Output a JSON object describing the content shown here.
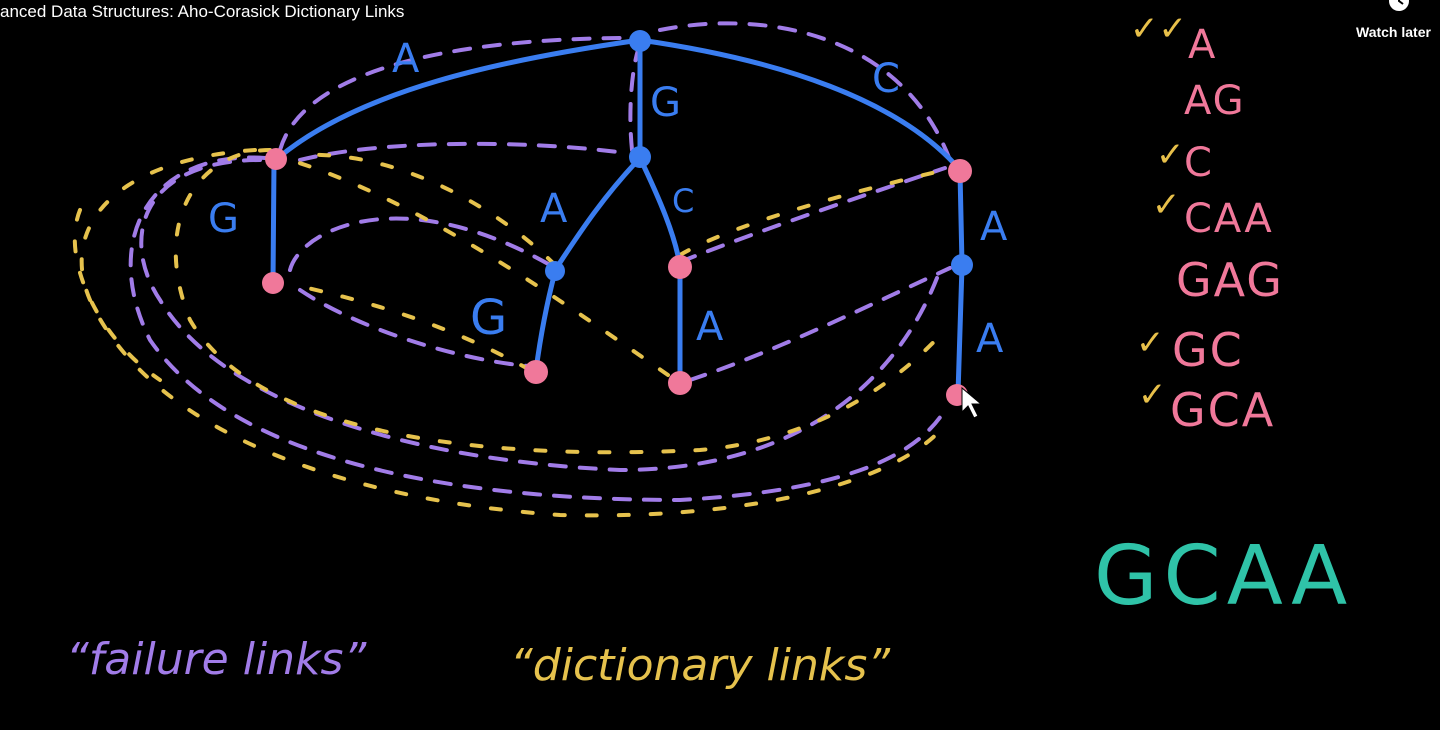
{
  "video": {
    "title": "anced Data Structures: Aho-Corasick Dictionary Links",
    "watch_later_label": "Watch later",
    "watch_later_icon": "clock-icon"
  },
  "colors": {
    "background": "#000000",
    "trie_edge": "#3a7df0",
    "node_blue": "#3a7df0",
    "node_pink": "#f0789a",
    "failure_link": "#a17ce8",
    "dictionary_link": "#e6c24d",
    "query": "#2fc3a8"
  },
  "trie": {
    "edge_labels": {
      "root_a": "A",
      "root_g": "G",
      "root_c": "C",
      "a_g": "G",
      "g_a": "A",
      "g_c": "C",
      "ga_g": "G",
      "gc_a": "A",
      "c_a": "A",
      "ca_a": "A"
    }
  },
  "dictionary": {
    "words": [
      {
        "word": "A",
        "check": "✓✓"
      },
      {
        "word": "AG",
        "check": ""
      },
      {
        "word": "C",
        "check": "✓"
      },
      {
        "word": "CAA",
        "check": "✓"
      },
      {
        "word": "GAG",
        "check": ""
      },
      {
        "word": "GC",
        "check": "✓"
      },
      {
        "word": "GCA",
        "check": "✓"
      }
    ]
  },
  "query": "GCAA",
  "captions": {
    "failure_links": "“failure links”",
    "dictionary_links": "“dictionary links”"
  }
}
